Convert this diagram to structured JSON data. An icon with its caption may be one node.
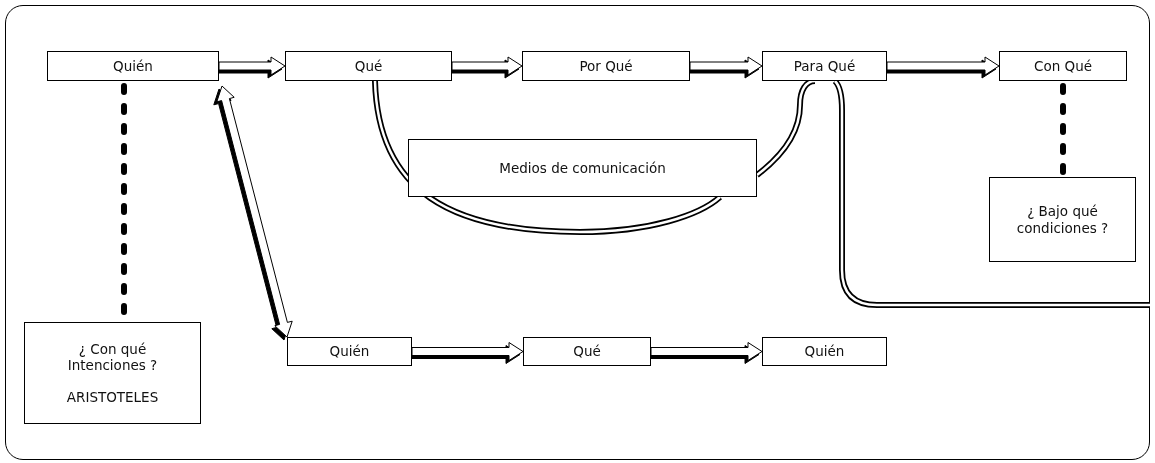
{
  "diagram": {
    "nodes": [
      {
        "text": [
          "Quién"
        ]
      },
      {
        "text": [
          "Qué"
        ]
      },
      {
        "text": [
          "Por Qué"
        ]
      },
      {
        "text": [
          "Para Qué"
        ]
      },
      {
        "text": [
          "Con Qué"
        ]
      },
      {
        "text": [
          "¿ Bajo qué condiciones ?"
        ]
      },
      {
        "text": [
          "Medios de comunicación"
        ]
      },
      {
        "text": [
          "¿ Con qué Intenciones ?",
          "ARISTOTELES"
        ]
      },
      {
        "text": [
          "Quién"
        ]
      },
      {
        "text": [
          "Qué"
        ]
      },
      {
        "text": [
          "Quién"
        ]
      }
    ],
    "edges": [
      {
        "from": 0,
        "to": 1,
        "arrow": "to"
      },
      {
        "from": 1,
        "to": 2,
        "arrow": "to"
      },
      {
        "from": 2,
        "to": 3,
        "arrow": "to"
      },
      {
        "from": 3,
        "to": 4,
        "arrow": "to"
      },
      {
        "from": 8,
        "to": 9,
        "arrow": "to"
      },
      {
        "from": 9,
        "to": 10,
        "arrow": "to"
      },
      {
        "from": null,
        "to": 8,
        "arrow": "both"
      },
      {
        "from": 0,
        "to": 7,
        "arrow": "none",
        "style": "dashed"
      },
      {
        "from": 4,
        "to": 5,
        "arrow": "none",
        "style": "dashed"
      },
      {
        "from": 1,
        "to": 6,
        "arrow": "none"
      },
      {
        "from": 6,
        "to": 3,
        "arrow": "none"
      },
      {
        "from": 3,
        "to": null,
        "arrow": "none"
      }
    ]
  }
}
